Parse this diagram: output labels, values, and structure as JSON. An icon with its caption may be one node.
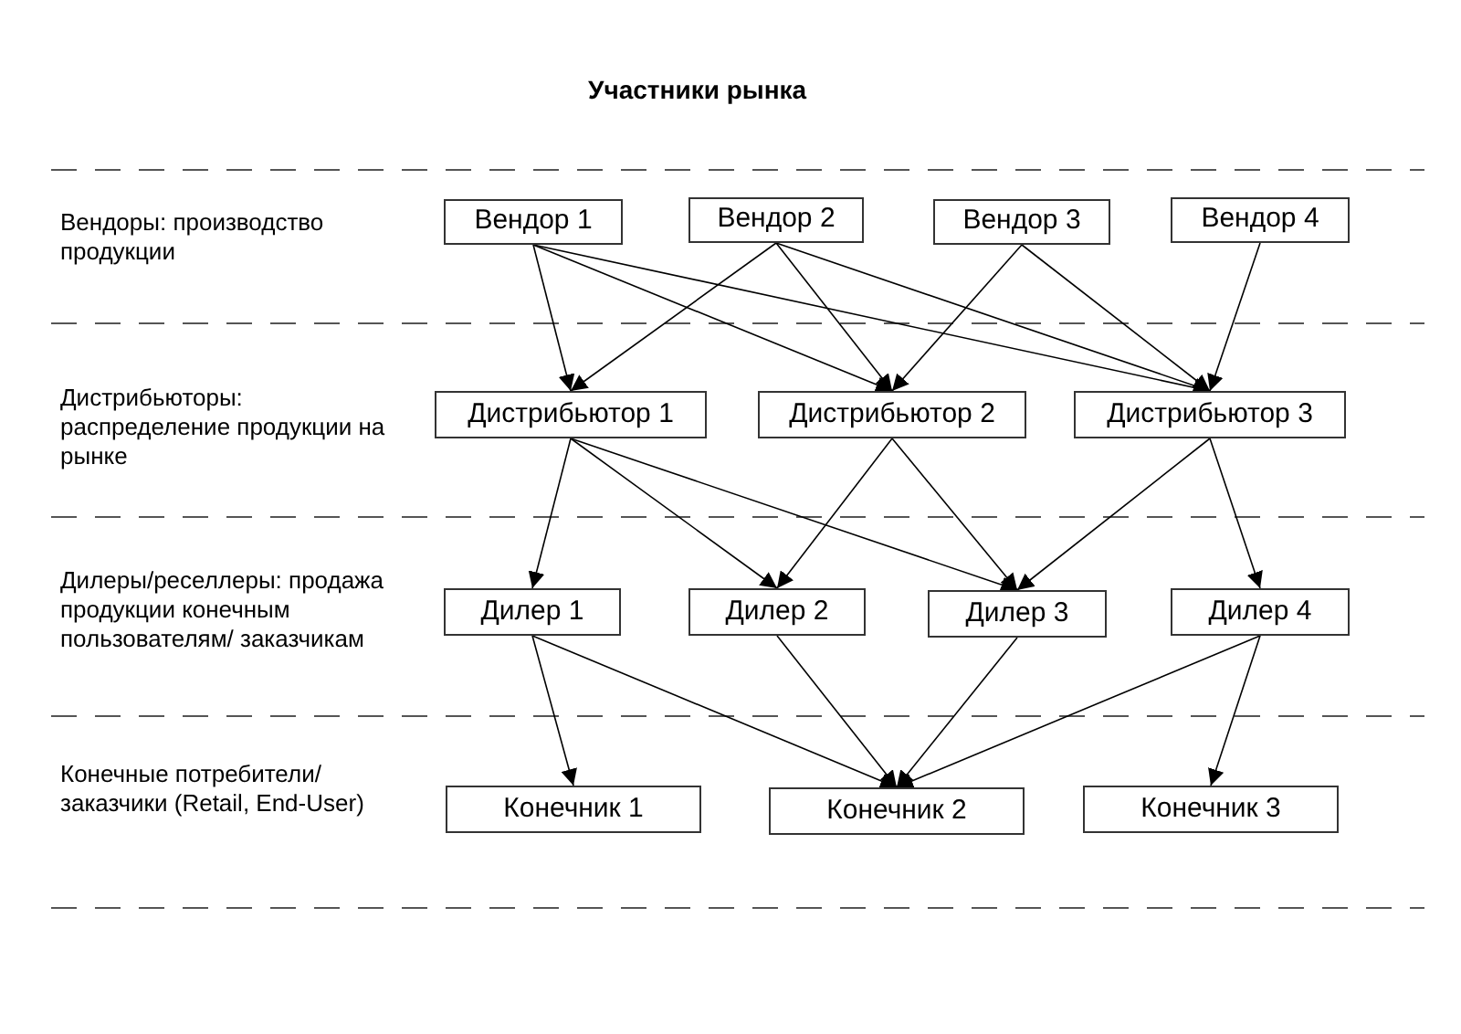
{
  "diagram": {
    "title": "Участники рынка",
    "nodes": [
      {
        "text": [
          "Вендор 1"
        ]
      },
      {
        "text": [
          "Вендор 2"
        ]
      },
      {
        "text": [
          "Вендор 3"
        ]
      },
      {
        "text": [
          "Вендор 4"
        ]
      },
      {
        "text": [
          "Дистрибьютор 1"
        ]
      },
      {
        "text": [
          "Дистрибьютор 2"
        ]
      },
      {
        "text": [
          "Дистрибьютор 3"
        ]
      },
      {
        "text": [
          "Дилер 1"
        ]
      },
      {
        "text": [
          "Дилер 2"
        ]
      },
      {
        "text": [
          "Дилер 3"
        ]
      },
      {
        "text": [
          "Дилер 4"
        ]
      },
      {
        "text": [
          "Конечник 1"
        ]
      },
      {
        "text": [
          "Конечник 2"
        ]
      },
      {
        "text": [
          "Конечник 3"
        ]
      }
    ],
    "edges": [
      {
        "from": 0,
        "to": 4,
        "arrow": "to"
      },
      {
        "from": 0,
        "to": 5,
        "arrow": "to"
      },
      {
        "from": 0,
        "to": 6,
        "arrow": "to"
      },
      {
        "from": 1,
        "to": 4,
        "arrow": "to"
      },
      {
        "from": 1,
        "to": 5,
        "arrow": "to"
      },
      {
        "from": 1,
        "to": 6,
        "arrow": "to"
      },
      {
        "from": 2,
        "to": 5,
        "arrow": "to"
      },
      {
        "from": 2,
        "to": 6,
        "arrow": "to"
      },
      {
        "from": 3,
        "to": 6,
        "arrow": "to"
      },
      {
        "from": 4,
        "to": 7,
        "arrow": "to"
      },
      {
        "from": 4,
        "to": 8,
        "arrow": "to"
      },
      {
        "from": 4,
        "to": 9,
        "arrow": "to"
      },
      {
        "from": 5,
        "to": 8,
        "arrow": "to"
      },
      {
        "from": 5,
        "to": 9,
        "arrow": "to"
      },
      {
        "from": 6,
        "to": 9,
        "arrow": "to"
      },
      {
        "from": 6,
        "to": 10,
        "arrow": "to"
      },
      {
        "from": 7,
        "to": 11,
        "arrow": "to"
      },
      {
        "from": 7,
        "to": 12,
        "arrow": "to"
      },
      {
        "from": 8,
        "to": 12,
        "arrow": "to"
      },
      {
        "from": 9,
        "to": 12,
        "arrow": "to"
      },
      {
        "from": 10,
        "to": 12,
        "arrow": "to"
      },
      {
        "from": 10,
        "to": 13,
        "arrow": "to"
      }
    ],
    "labels": [
      "Вендоры: производство продукции",
      "Дистрибьюторы: распределение продукции на рынке",
      "Дилеры/реселлеры: продажа продукции конечным пользователям/ заказчикам",
      "Конечные потребители/ заказчики (Retail, End-User)"
    ]
  }
}
